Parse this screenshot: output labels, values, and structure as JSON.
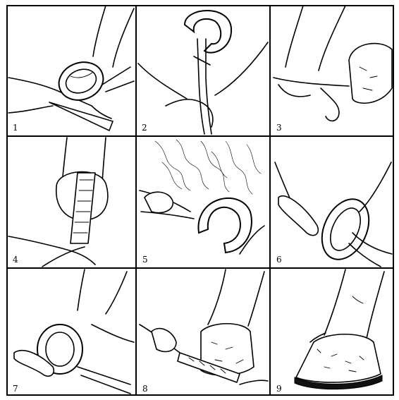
{
  "panels": [
    {
      "number": "1",
      "icon": "hoof-shoe-removal-icon"
    },
    {
      "number": "2",
      "icon": "shoe-tongs-icon"
    },
    {
      "number": "3",
      "icon": "nippers-trim-icon"
    },
    {
      "number": "4",
      "icon": "rasp-sole-icon"
    },
    {
      "number": "5",
      "icon": "hot-shoe-fitting-icon"
    },
    {
      "number": "6",
      "icon": "hammer-nailing-icon"
    },
    {
      "number": "7",
      "icon": "clinching-hammer-icon"
    },
    {
      "number": "8",
      "icon": "rasp-finish-icon"
    },
    {
      "number": "9",
      "icon": "finished-hoof-icon"
    }
  ]
}
